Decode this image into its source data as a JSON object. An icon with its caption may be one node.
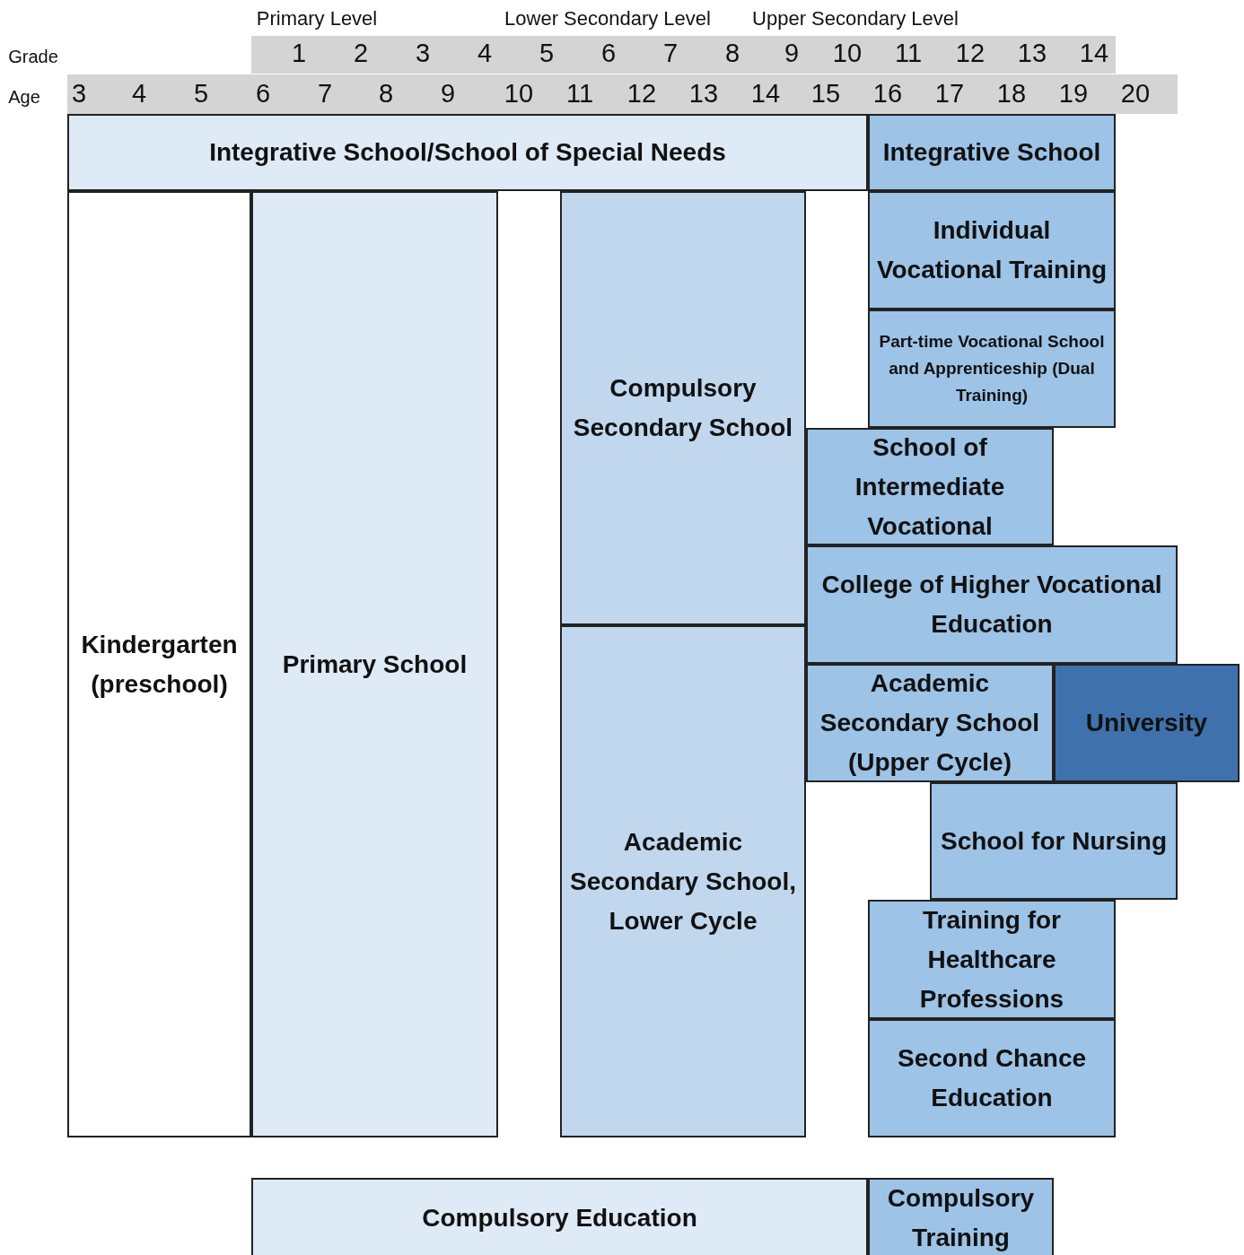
{
  "diagram": {
    "nodes": [
      {
        "text": [
          "Integrative School/School of Special Needs"
        ]
      },
      {
        "text": [
          "Integrative School"
        ]
      },
      {
        "text": [
          "Kindergarten (preschool)"
        ]
      },
      {
        "text": [
          "Primary School"
        ]
      },
      {
        "text": [
          "Compulsory Secondary School"
        ]
      },
      {
        "text": [
          "Individual Vocational Training"
        ]
      },
      {
        "text": [
          "Part-time Vocational School and Apprenticeship (Dual Training)"
        ]
      },
      {
        "text": [
          "School of Intermediate Vocational"
        ]
      },
      {
        "text": [
          "College of Higher Vocational Education"
        ]
      },
      {
        "text": [
          "Academic Secondary School (Upper Cycle)"
        ]
      },
      {
        "text": [
          "University"
        ]
      },
      {
        "text": [
          "Academic Secondary School, Lower Cycle"
        ]
      },
      {
        "text": [
          "School for Nursing"
        ]
      },
      {
        "text": [
          "Training for Healthcare Professions"
        ]
      },
      {
        "text": [
          "Second Chance Education"
        ]
      },
      {
        "text": [
          "Compulsory Education"
        ]
      },
      {
        "text": [
          "Compulsory Training"
        ]
      }
    ],
    "labels": [
      "Primary Level",
      "Lower Secondary Level",
      "Upper Secondary Level",
      "Grade",
      "1",
      "2",
      "3",
      "4",
      "5",
      "6",
      "7",
      "8",
      "9",
      "10",
      "11",
      "12",
      "13",
      "14",
      "Age",
      "3",
      "4",
      "5",
      "6",
      "7",
      "8",
      "9",
      "10",
      "11",
      "12",
      "13",
      "14",
      "15",
      "16",
      "17",
      "18",
      "19",
      "20"
    ]
  }
}
